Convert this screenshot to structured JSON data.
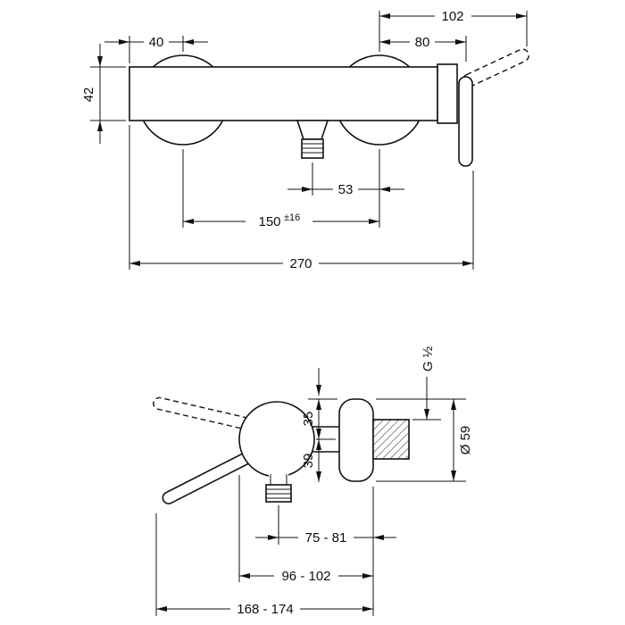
{
  "dims_front": {
    "d102": "102",
    "d40": "40",
    "d80": "80",
    "d42": "42",
    "d53": "53",
    "d150": "150",
    "d150_tol": "±16",
    "d270": "270"
  },
  "dims_side": {
    "thread": "G ½",
    "diameter": "Ø 59",
    "d35": "35",
    "d39": "39",
    "d75_81": "75 - 81",
    "d96_102": "96 - 102",
    "d168_174": "168 - 174"
  },
  "colors": {
    "line": "#111111",
    "background": "#ffffff"
  }
}
